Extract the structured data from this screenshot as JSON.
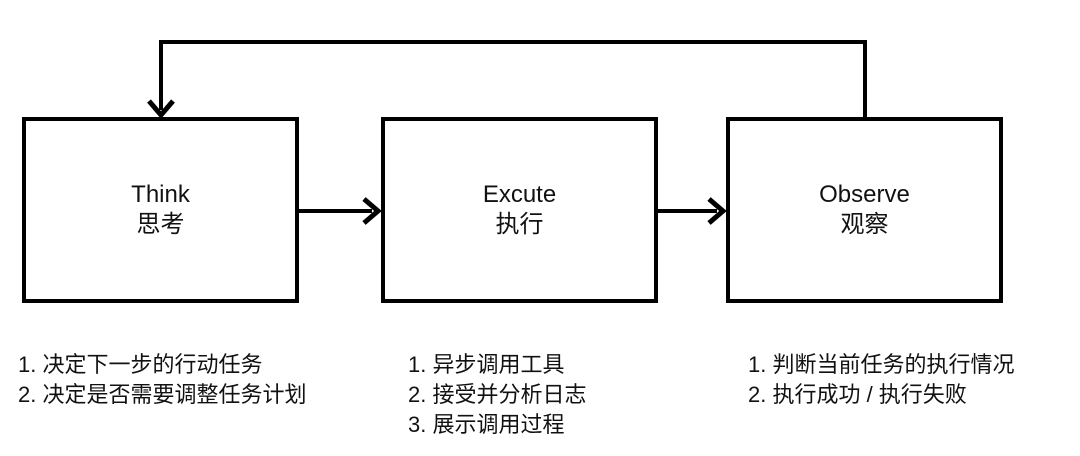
{
  "colors": {
    "line": "#000000",
    "background": "#ffffff",
    "text": "#111111"
  },
  "nodes": [
    {
      "title": "Think",
      "subtitle": "思考"
    },
    {
      "title": "Excute",
      "subtitle": "执行"
    },
    {
      "title": "Observe",
      "subtitle": "观察"
    }
  ],
  "notes": [
    {
      "items": [
        "1. 决定下一步的行动任务",
        "2. 决定是否需要调整任务计划"
      ]
    },
    {
      "items": [
        "1. 异步调用工具",
        "2. 接受并分析日志",
        "3. 展示调用过程"
      ]
    },
    {
      "items": [
        "1. 判断当前任务的执行情况",
        "2. 执行成功 / 执行失败"
      ]
    }
  ]
}
